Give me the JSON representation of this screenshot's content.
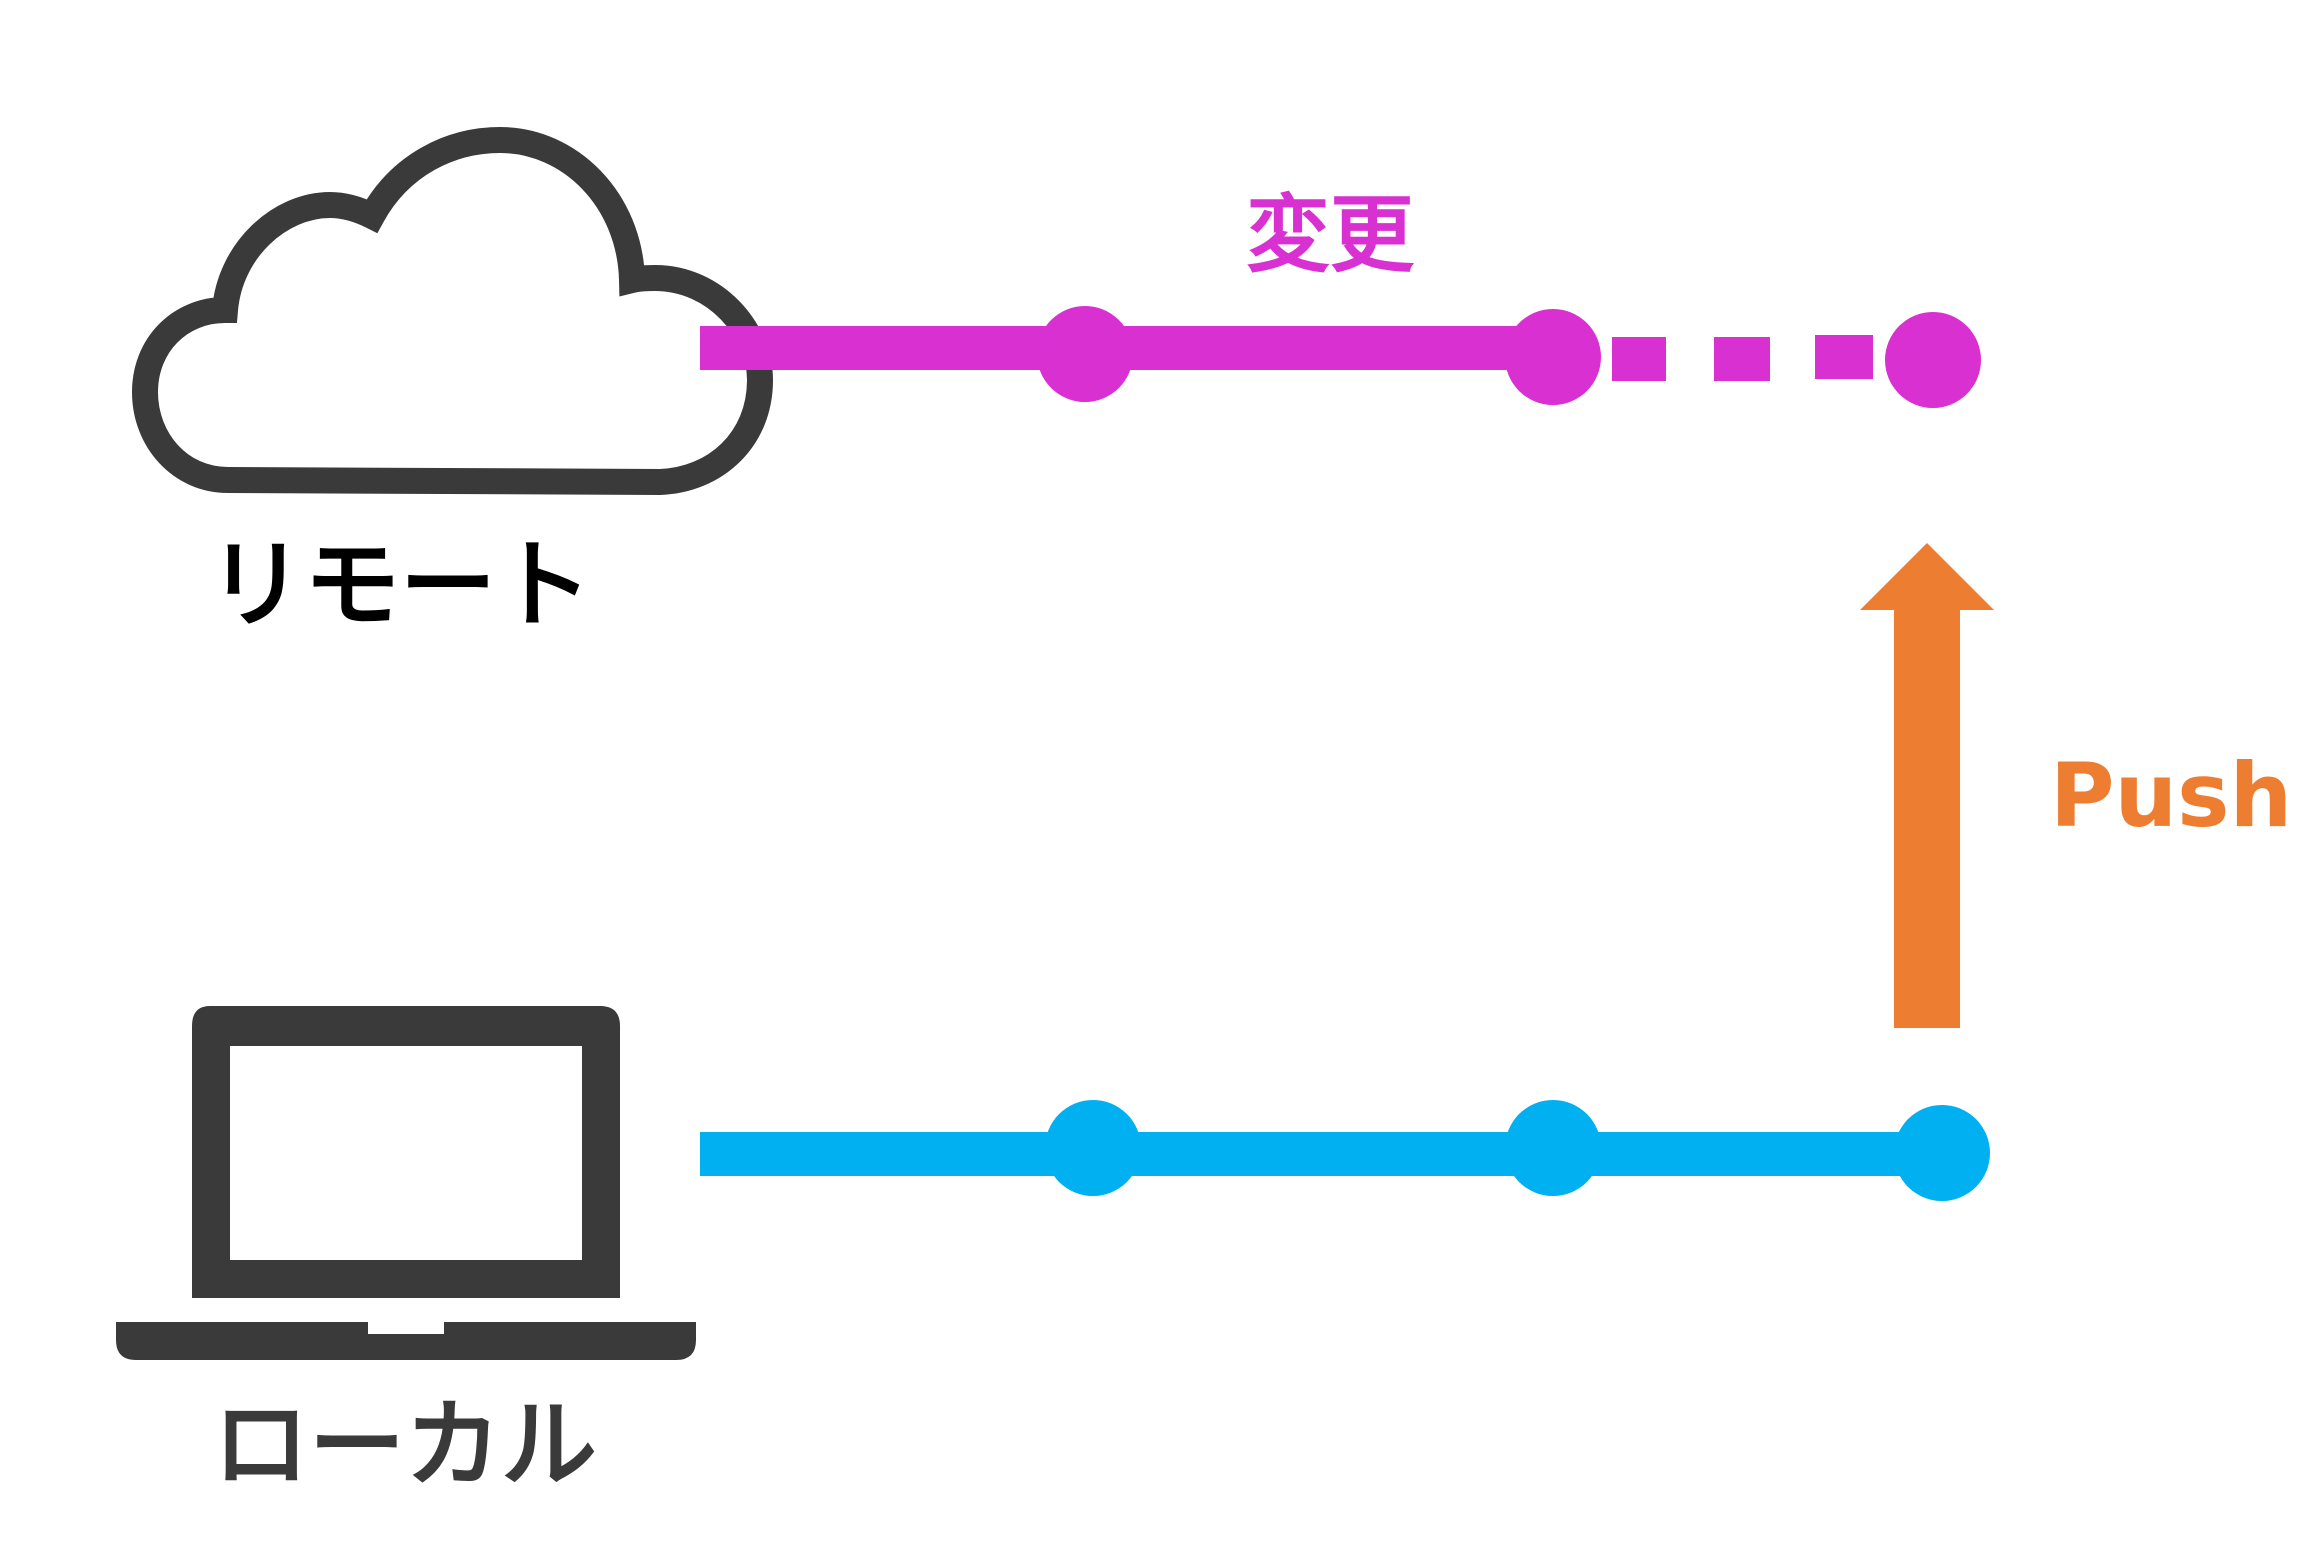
{
  "remote": {
    "label": "リモート",
    "icon": "cloud-icon"
  },
  "local": {
    "label": "ローカル",
    "icon": "laptop-icon"
  },
  "change_label": "変更",
  "push_label": "Push",
  "colors": {
    "remote_branch": "#D930D2",
    "local_branch": "#00B0F0",
    "push_arrow": "#ED7D31",
    "icon": "#3A3A3A",
    "remote_text": "#000000",
    "local_text": "#3A3A3A"
  },
  "remote_branch": {
    "commits": 3,
    "last_commit_pending": true
  },
  "local_branch": {
    "commits": 3
  }
}
